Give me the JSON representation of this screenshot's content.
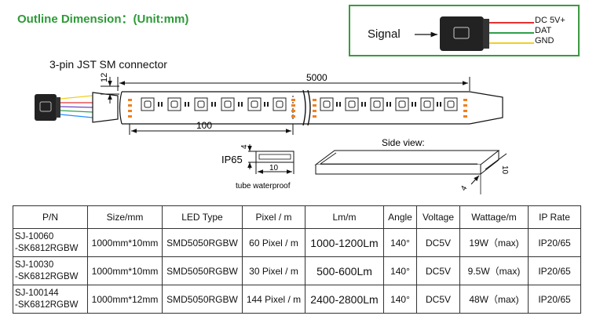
{
  "title": {
    "label": "Outline Dimension",
    "sep": "：",
    "unit": "(Unit:mm)"
  },
  "signal": {
    "label": "Signal",
    "wires": [
      {
        "label": "DC 5V+",
        "color": "#e53030"
      },
      {
        "label": "DAT",
        "color": "#2ea04a"
      },
      {
        "label": "GND",
        "color": "#f0d020"
      }
    ]
  },
  "connector_title": "3-pin JST SM  connector",
  "dims": {
    "total_length": "5000",
    "width": "12",
    "segment": "100",
    "ip_label": "IP65",
    "tube_height": "4",
    "tube_width": "10",
    "tube_caption": "tube  waterproof",
    "side_view": "Side view:",
    "side_width": "10",
    "side_height": "4"
  },
  "colors": {
    "accent_green": "#2e9a38",
    "led_orange": "#f08020"
  },
  "table": {
    "headers": [
      "P/N",
      "Size/mm",
      "LED Type",
      "Pixel / m",
      "Lm/m",
      "Angle",
      "Voltage",
      "Wattage/m",
      "IP Rate"
    ],
    "rows": [
      {
        "pn1": "SJ-10060",
        "pn2": "-SK6812RGBW",
        "size": "1000mm*10mm",
        "led": "SMD5050RGBW",
        "pixel": "60 Pixel / m",
        "lm": "1000-1200Lm",
        "angle": "140°",
        "voltage": "DC5V",
        "watt": "19W（max)",
        "ip": "IP20/65"
      },
      {
        "pn1": "SJ-10030",
        "pn2": "-SK6812RGBW",
        "size": "1000mm*10mm",
        "led": "SMD5050RGBW",
        "pixel": "30 Pixel / m",
        "lm": "500-600Lm",
        "angle": "140°",
        "voltage": "DC5V",
        "watt": "9.5W（max)",
        "ip": "IP20/65"
      },
      {
        "pn1": "SJ-100144",
        "pn2": "-SK6812RGBW",
        "size": "1000mm*12mm",
        "led": "SMD5050RGBW",
        "pixel": "144 Pixel / m",
        "lm": "2400-2800Lm",
        "angle": "140°",
        "voltage": "DC5V",
        "watt": "48W（max)",
        "ip": "IP20/65"
      }
    ]
  }
}
